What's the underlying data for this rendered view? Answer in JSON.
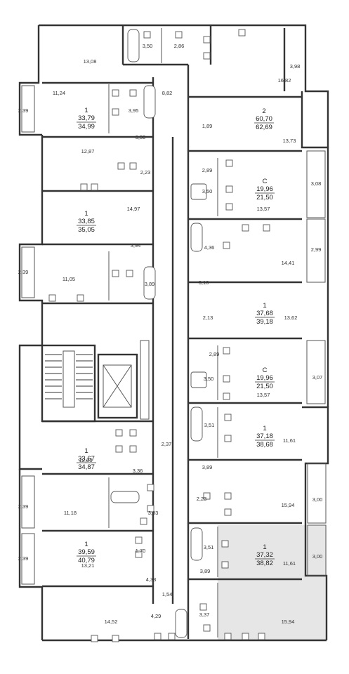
{
  "units": [
    {
      "id": "l1",
      "type": "1",
      "living": "33,79",
      "total": "34,99"
    },
    {
      "id": "r2",
      "type": "2",
      "living": "60,70",
      "total": "62,69"
    },
    {
      "id": "r3",
      "type": "С",
      "living": "19,96",
      "total": "21,50"
    },
    {
      "id": "l2",
      "type": "1",
      "living": "33,85",
      "total": "35,05"
    },
    {
      "id": "r4",
      "type": "1",
      "living": "37,68",
      "total": "39,18"
    },
    {
      "id": "r5",
      "type": "С",
      "living": "19,96",
      "total": "21,50"
    },
    {
      "id": "r6",
      "type": "1",
      "living": "37,18",
      "total": "38,68"
    },
    {
      "id": "l3",
      "type": "1",
      "living": "33,67",
      "total": "34,87"
    },
    {
      "id": "l4",
      "type": "1",
      "living": "39,59",
      "total": "40,79"
    },
    {
      "id": "r7",
      "type": "1",
      "living": "37,32",
      "total": "38,82"
    }
  ],
  "area_labels": [
    "3,50",
    "2,86",
    "13,08",
    "3,98",
    "16,82",
    "11,24",
    "3,95",
    "8,82",
    "2,39",
    "1,89",
    "3,50",
    "13,73",
    "12,87",
    "2,23",
    "2,89",
    "3,50",
    "3,08",
    "13,57",
    "14,97",
    "4,36",
    "2,99",
    "14,41",
    "3,94",
    "2,39",
    "11,05",
    "3,89",
    "3,16",
    "2,13",
    "13,62",
    "2,89",
    "3,50",
    "3,07",
    "13,57",
    "3,51",
    "2,37",
    "12,83",
    "11,61",
    "3,36",
    "3,89",
    "2,39",
    "11,18",
    "3,93",
    "2,23",
    "3,00",
    "15,94",
    "1,70",
    "3,51",
    "2,39",
    "13,21",
    "3,00",
    "11,61",
    "3,89",
    "4,33",
    "1,54",
    "3,37",
    "14,52",
    "4,29",
    "15,94"
  ]
}
